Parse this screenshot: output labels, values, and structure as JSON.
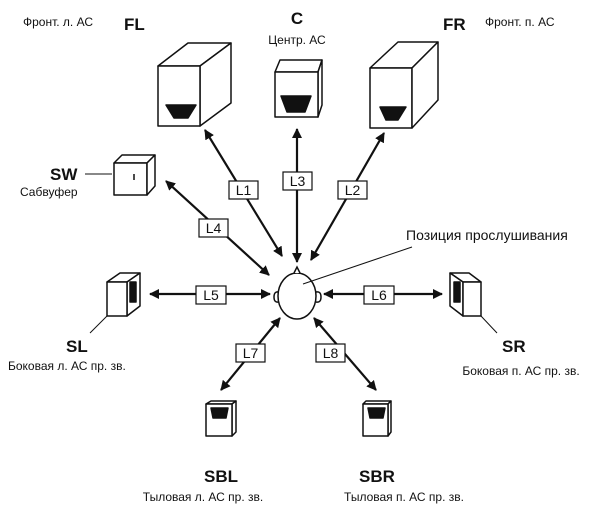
{
  "speakers": {
    "fl": {
      "code": "FL",
      "desc": "Фронт. л. АС"
    },
    "c": {
      "code": "C",
      "desc": "Центр. АС"
    },
    "fr": {
      "code": "FR",
      "desc": "Фронт. п. АС"
    },
    "sw": {
      "code": "SW",
      "desc": "Сабвуфер"
    },
    "sl": {
      "code": "SL",
      "desc": "Боковая л. АС пр. зв."
    },
    "sr": {
      "code": "SR",
      "desc": "Боковая п. АС пр. зв."
    },
    "sbl": {
      "code": "SBL",
      "desc": "Тыловая л. АС пр. зв."
    },
    "sbr": {
      "code": "SBR",
      "desc": "Тыловая п. АС пр. зв."
    }
  },
  "listener": {
    "label": "Позиция прослушивания"
  },
  "distances": [
    "L1",
    "L2",
    "L3",
    "L4",
    "L5",
    "L6",
    "L7",
    "L8"
  ]
}
